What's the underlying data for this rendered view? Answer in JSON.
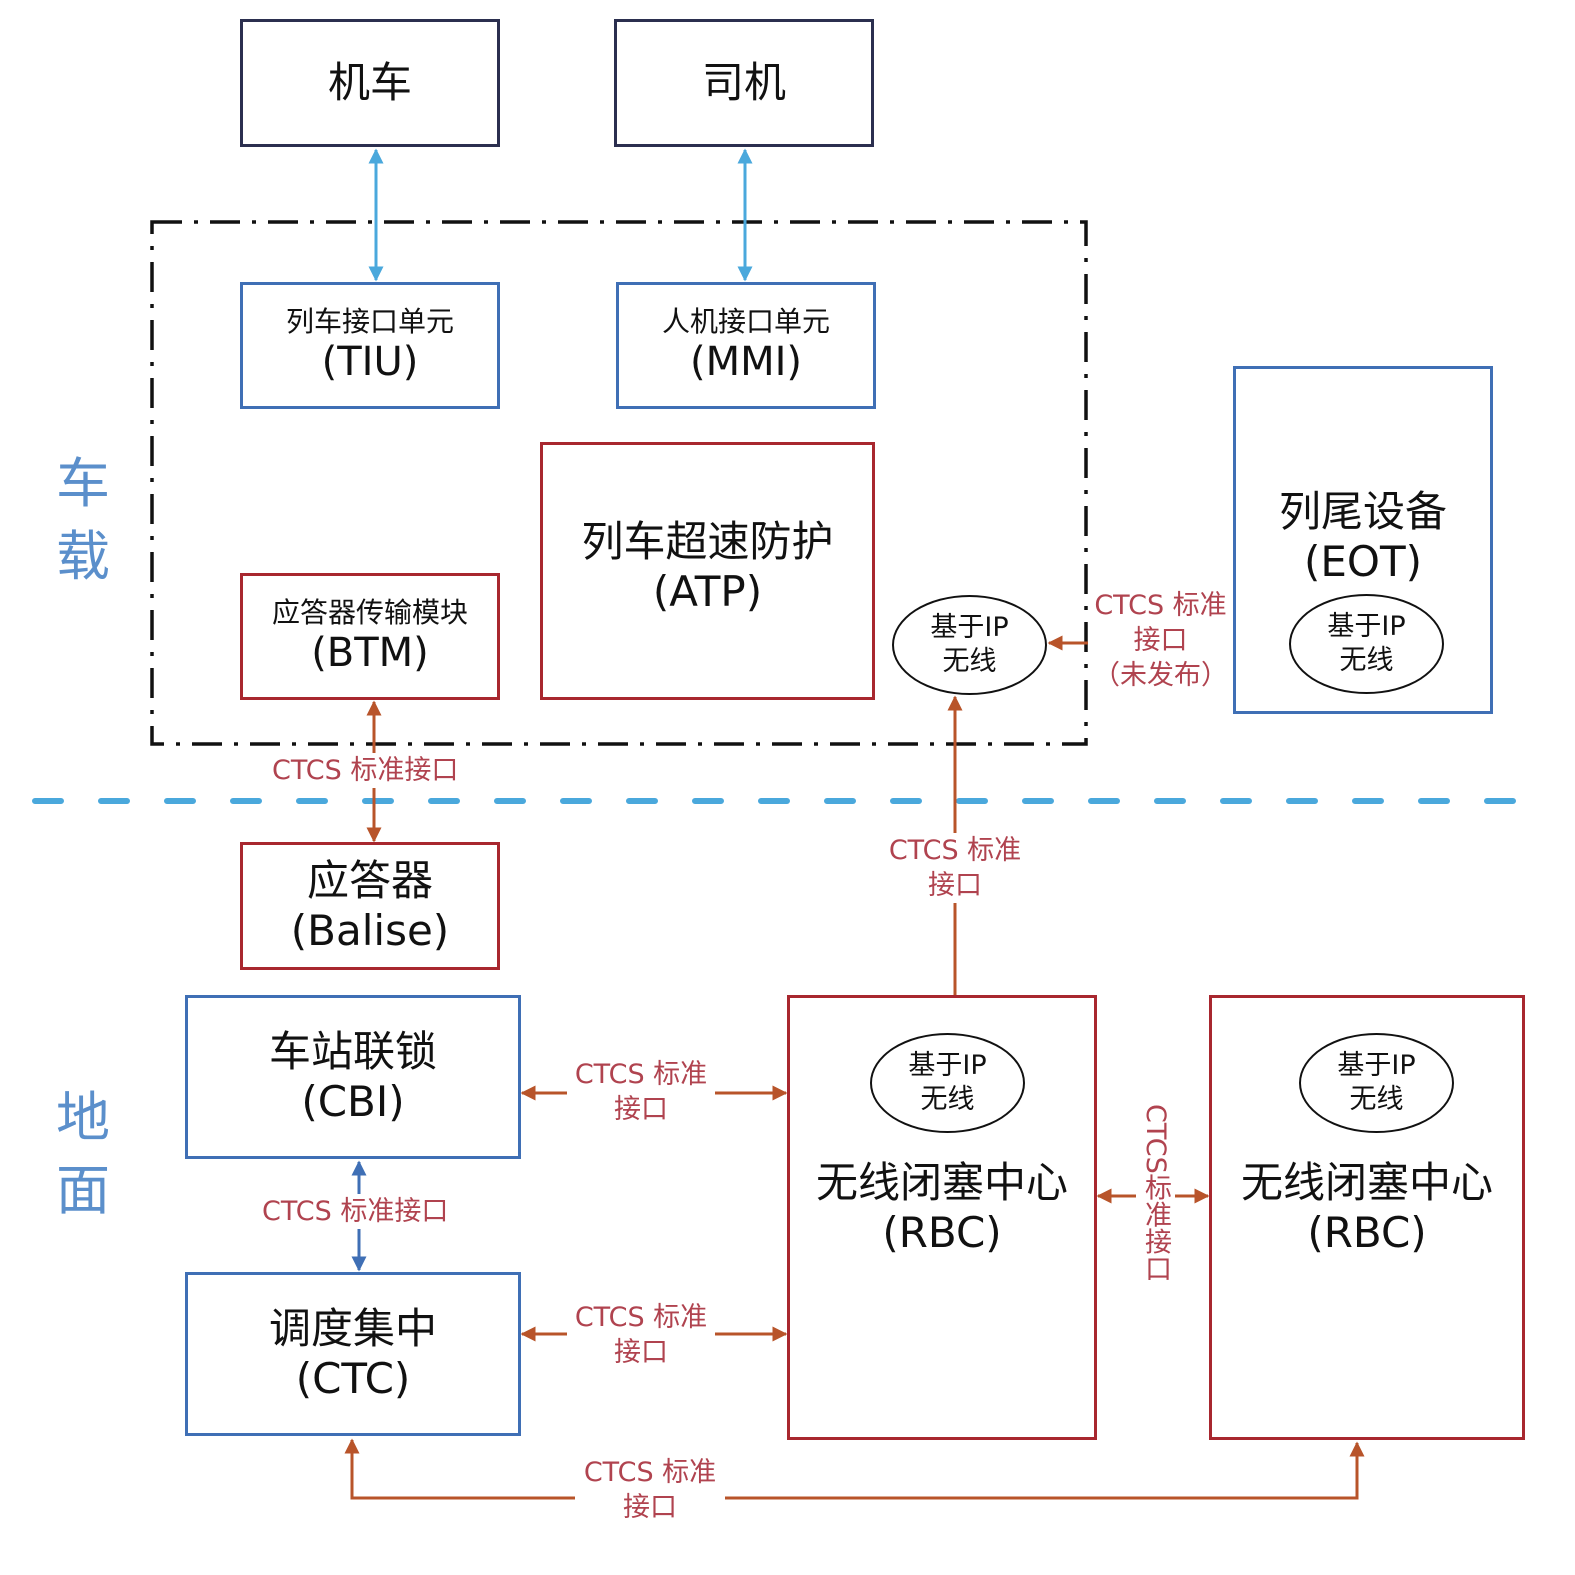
{
  "title": "CTCS 系统结构图",
  "colors": {
    "onboard_border": "#3f6fb5",
    "safety_border": "#a8272f",
    "external_border": "#2b2f4f",
    "interface_arrow": "#b8542a",
    "link_arrow_blue": "#4aa8dc",
    "label_text": "#b0434f",
    "region_divider": "#4aa8dc",
    "region_label": "#5b8fcb"
  },
  "regions": {
    "onboard": "车载",
    "ground": "地面",
    "onboard_chars": [
      "车",
      "载"
    ],
    "ground_chars": [
      "地",
      "面"
    ]
  },
  "external": {
    "locomotive": "机车",
    "driver": "司机"
  },
  "onboard_units": {
    "tiu": {
      "name": "列车接口单元",
      "abbr": "(TIU)"
    },
    "mmi": {
      "name": "人机接口单元",
      "abbr": "(MMI)"
    },
    "btm": {
      "name": "应答器传输模块",
      "abbr": "(BTM)"
    },
    "atp": {
      "name": "列车超速防护",
      "abbr": "(ATP)"
    },
    "atp_radio": {
      "line1": "基于IP",
      "line2": "无线"
    }
  },
  "eot": {
    "name": "列尾设备",
    "abbr": "(EOT)",
    "radio": {
      "line1": "基于IP",
      "line2": "无线"
    }
  },
  "ground_units": {
    "balise": {
      "name": "应答器",
      "abbr": "(Balise)"
    },
    "cbi": {
      "name": "车站联锁",
      "abbr": "(CBI)"
    },
    "ctc": {
      "name": "调度集中",
      "abbr": "(CTC)"
    },
    "rbc1": {
      "name": "无线闭塞中心",
      "abbr": "(RBC)",
      "radio": {
        "line1": "基于IP",
        "line2": "无线"
      }
    },
    "rbc2": {
      "name": "无线闭塞中心",
      "abbr": "(RBC)",
      "radio": {
        "line1": "基于IP",
        "line2": "无线"
      }
    }
  },
  "interfaces": {
    "btm_balise": "CTCS 标准接口",
    "atp_eot": {
      "line1": "CTCS 标准",
      "line2": "接口",
      "line3": "（未发布）"
    },
    "atp_rbc": {
      "line1": "CTCS 标准",
      "line2": "接口"
    },
    "cbi_rbc": {
      "line1": "CTCS 标准",
      "line2": "接口"
    },
    "cbi_ctc": "CTCS 标准接口",
    "ctc_rbc": {
      "line1": "CTCS 标准",
      "line2": "接口"
    },
    "rbc_rbc": "CTCS标准接口",
    "ctc_rbc2": {
      "line1": "CTCS 标准",
      "line2": "接口"
    }
  }
}
